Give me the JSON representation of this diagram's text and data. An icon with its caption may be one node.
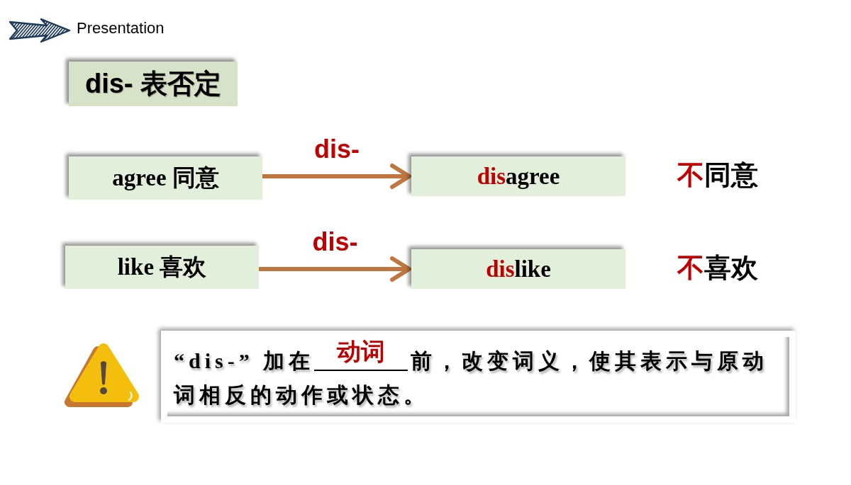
{
  "diagram": {
    "nodes": [
      {
        "text": [
          "dis- 表否定"
        ]
      },
      {
        "text": [
          "agree 同意"
        ]
      },
      {
        "text": [
          "**dis**agree"
        ],
        "beside": [
          "**不**同意"
        ]
      },
      {
        "text": [
          "like 喜欢"
        ]
      },
      {
        "text": [
          "**dis**like"
        ],
        "beside": [
          "**不**喜欢"
        ]
      },
      {
        "text": [
          "“dis-” 加在**动词**前，改变词义，使其表示与原动词相反的动作或状态。"
        ]
      }
    ],
    "edges": [
      {
        "from": 1,
        "to": 2,
        "arrow": "to",
        "label": "dis-"
      },
      {
        "from": 3,
        "to": 4,
        "arrow": "to",
        "label": "dis-"
      }
    ],
    "labels": [
      "Presentation"
    ]
  }
}
